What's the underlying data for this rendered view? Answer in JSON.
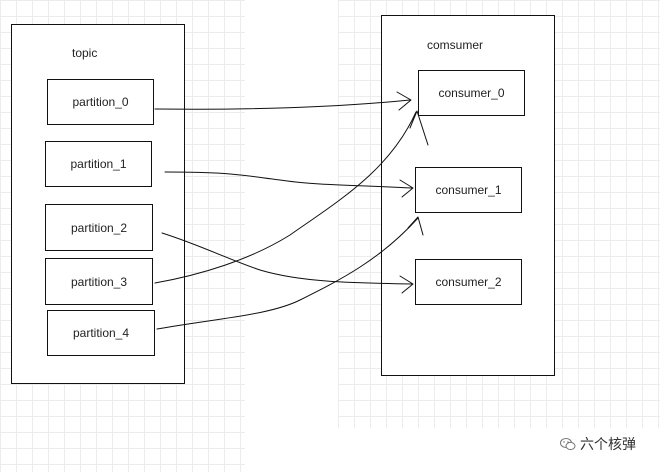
{
  "topic": {
    "label": "topic",
    "partitions": [
      "partition_0",
      "partition_1",
      "partition_2",
      "partition_3",
      "partition_4"
    ]
  },
  "consumer_group": {
    "label": "comsumer",
    "consumers": [
      "consumer_0",
      "consumer_1",
      "consumer_2"
    ]
  },
  "watermark": {
    "text": "六个核弹",
    "icon": "wechat-bubble-icon"
  },
  "colors": {
    "stroke": "#111111",
    "grid": "#ececec"
  }
}
